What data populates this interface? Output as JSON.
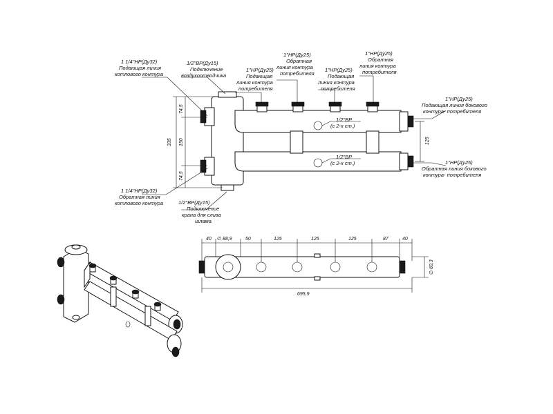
{
  "front_view": {
    "labels": {
      "boiler_supply": [
        "1 1/4\"НР(Ду32)",
        "Подающая линия",
        "котлового контура"
      ],
      "air_vent": [
        "1/2\"ВР(Ду15)",
        "Подключение",
        "воздухоотводчика"
      ],
      "supply_circuit_1": [
        "1\"НР(Ду25)",
        "Подающая",
        "линия контура",
        "потребителя"
      ],
      "return_circuit_1": [
        "1\"НР(Ду25)",
        "Обратная",
        "линия контура",
        "потребителя"
      ],
      "supply_circuit_2": [
        "1\"НР(Ду25)",
        "Подающая",
        "линия контура",
        "потребителя"
      ],
      "return_circuit_2": [
        "1\"НР(Ду25)",
        "Обратная",
        "линия контура",
        "потребителя"
      ],
      "side_supply": [
        "1\"НР(Ду25)",
        "Подающая линия бокового",
        "контура- потребителя"
      ],
      "side_return": [
        "1\"НР(Ду25)",
        "Обратная линия бокового",
        "контура- потребителя"
      ],
      "boiler_return": [
        "1 1/4\"НР(Ду32)",
        "Обратная линия",
        "котлового контура"
      ],
      "drain": [
        "1/2\"ВР(Ду15)",
        "Подключение",
        "крана для слива",
        "шлама"
      ],
      "port_upper": [
        "1/2\"ВР",
        "(с 2-х ст.)"
      ],
      "port_lower": [
        "1/2\"ВР",
        "(с 2-х ст.)"
      ]
    },
    "dimensions": {
      "total_height": "335",
      "upper_offset": "74,5",
      "middle": "150",
      "lower_offset": "74,5",
      "right_spacing": "125"
    }
  },
  "top_view": {
    "dimensions": [
      "40",
      "∅ 88,9",
      "50",
      "125",
      "125",
      "125",
      "87",
      "40"
    ],
    "total_length": "695,9",
    "pipe_diameter": "∅ 60,3"
  },
  "colors": {
    "line": "#111111",
    "fitting": "#1a1a1a",
    "background": "#ffffff"
  }
}
